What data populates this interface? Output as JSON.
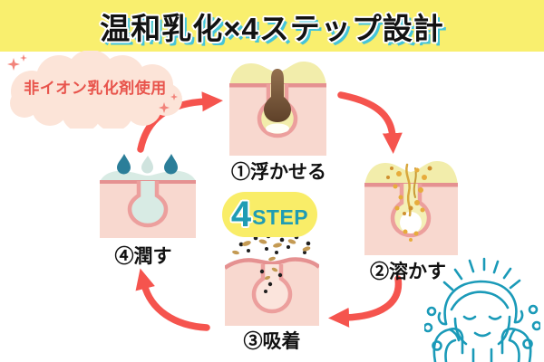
{
  "header": {
    "title": "温和乳化×4ステップ設計"
  },
  "cloud": {
    "label": "非イオン乳化剤使用"
  },
  "badge": {
    "number": "4",
    "suffix": "STEP"
  },
  "steps": [
    {
      "id": 1,
      "label": "①浮かせる",
      "icon": "skin-pore-sebum-illustration"
    },
    {
      "id": 2,
      "label": "②溶かす",
      "icon": "skin-pore-dissolving-illustration"
    },
    {
      "id": 3,
      "label": "③吸着",
      "icon": "skin-pore-adsorption-illustration"
    },
    {
      "id": 4,
      "label": "④潤す",
      "icon": "skin-pore-moisturized-illustration"
    }
  ],
  "decor": {
    "arrows": [
      "cycle-arrow-4-to-1",
      "cycle-arrow-1-to-2",
      "cycle-arrow-2-to-3",
      "cycle-arrow-3-to-4"
    ],
    "face_illustration": "face-washing-person",
    "sparkles": "sparkle-icons"
  },
  "colors": {
    "banner_bg": "#f9ef6e",
    "title_shadow": "#45c4d8",
    "arrow": "#f5544e",
    "cloud_bg": "#fce4d8",
    "cloud_text": "#e8544c",
    "skin_pink": "#f8d8cf",
    "skin_line": "#e59191",
    "pore_outline": "#ec9f9d",
    "sebum_yellow": "#f2edab",
    "plug_brown": "#5e4129",
    "badge_bg": "#f9ed68",
    "badge_text": "#1f9cb4",
    "teal_line": "#1a9ab8",
    "mint": "#d8ebe4",
    "droplet_teal": "#2b7e99",
    "particle_black": "#1f1f1f",
    "particle_tan": "#c49a53"
  }
}
